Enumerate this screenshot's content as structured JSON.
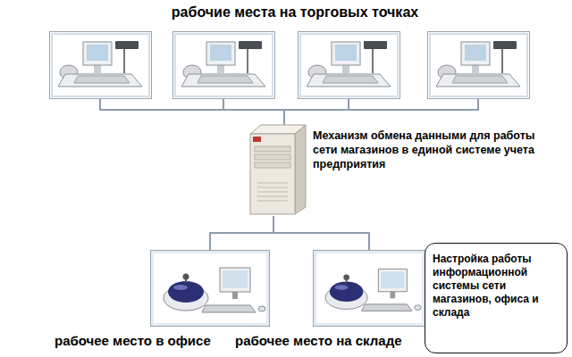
{
  "diagram": {
    "title": "рабочие места на торговых точках",
    "nodes": [
      {
        "text": [
          "Механизм обмена данными для работы сети магазинов в единой системе учета предприятия"
        ]
      },
      {
        "text": [
          "рабочее место в офисе"
        ]
      },
      {
        "text": [
          "рабочее место на складе"
        ]
      },
      {
        "text": [
          "Настройка работы информационной системы сети магазинов, офиса и склада"
        ]
      }
    ],
    "edges": [
      {
        "from": 0,
        "to": 1,
        "arrow": "none"
      },
      {
        "from": 0,
        "to": 2,
        "arrow": "none"
      }
    ]
  }
}
